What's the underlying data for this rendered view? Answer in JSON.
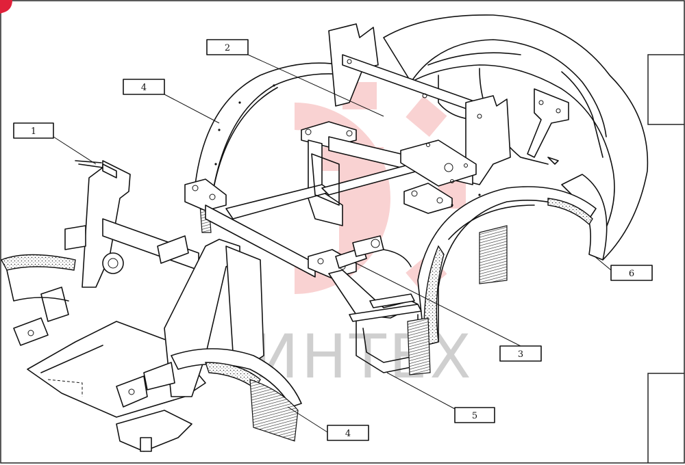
{
  "diagram": {
    "callouts": [
      {
        "id": "callout-1",
        "text": "1"
      },
      {
        "id": "callout-2",
        "text": "2"
      },
      {
        "id": "callout-3",
        "text": "3"
      },
      {
        "id": "callout-4a",
        "text": "4"
      },
      {
        "id": "callout-4b",
        "text": "4"
      },
      {
        "id": "callout-5",
        "text": "5"
      },
      {
        "id": "callout-6",
        "text": "6"
      }
    ],
    "watermark": {
      "text": "ИНТЕХ",
      "color": "#f4a6a6",
      "text_color": "#cfcfcf"
    },
    "corner_badge_color": "#e0213a"
  }
}
